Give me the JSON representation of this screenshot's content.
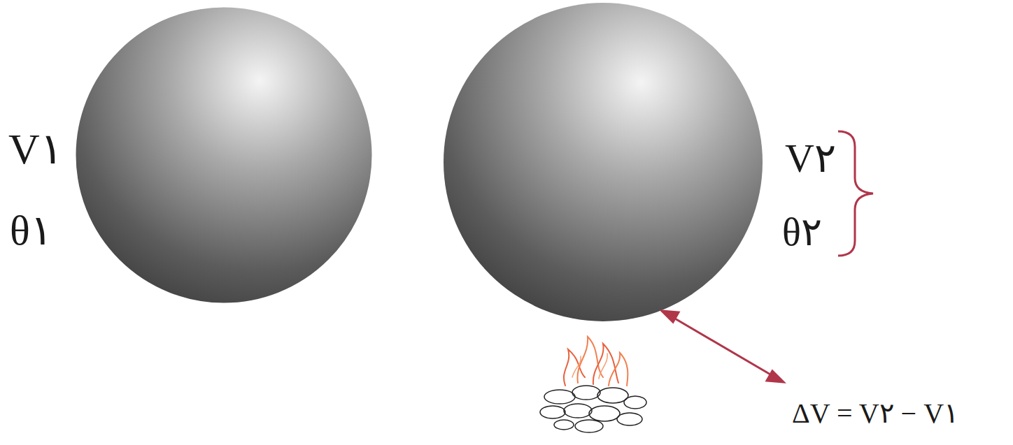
{
  "diagram": {
    "labels": [
      "V۱",
      "θ۱",
      "V۲",
      "θ۲",
      "ΔV = V۲ − V۱"
    ]
  }
}
